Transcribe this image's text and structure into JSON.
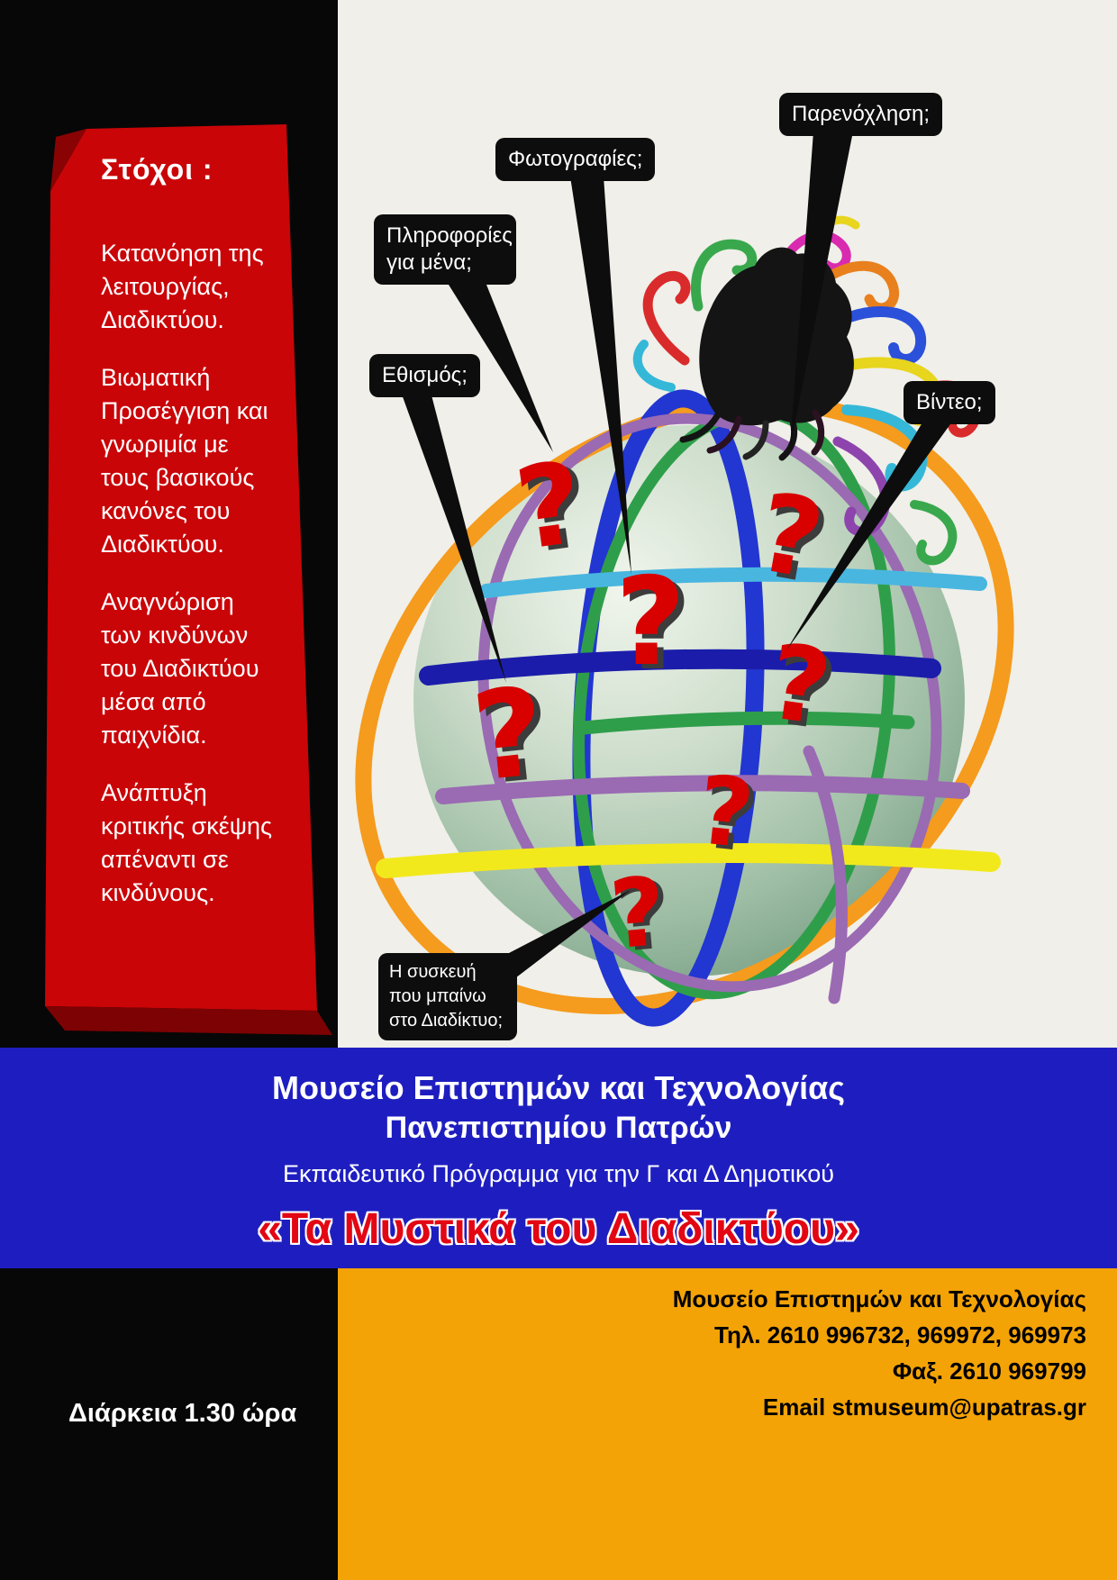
{
  "colors": {
    "left_panel_black": "#070707",
    "goals_ribbon_red": "#c90508",
    "canvas_cream": "#f0efe9",
    "callout_black": "#0d0d0d",
    "band_blue": "#1e1ec0",
    "poster_title_red": "#e30613",
    "footer_orange": "#f3a306",
    "question_mark_red": "#d90000",
    "sphere_green": "#8fb297"
  },
  "goals": {
    "title": "Στόχοι :",
    "items": [
      "Κατανόηση της λειτουργίας, Διαδικτύου.",
      "Βιωματική Προσέγγιση και γνωριμία με τους βασικούς κανόνες του Διαδικτύου.",
      "Αναγνώριση των κινδύνων του Διαδικτύου μέσα από παιχνίδια.",
      "Ανάπτυξη κριτικής σκέψης απέναντι σε κινδύνους."
    ]
  },
  "callouts": {
    "harassment": "Παρενόχληση;",
    "photos": "Φωτογραφίες;",
    "info": "Πληροφορίες για μένα;",
    "addiction": "Εθισμός;",
    "video": "Βίντεο;",
    "device": "Η συσκευή που μπαίνω στο Διαδίκτυο;"
  },
  "globe": {
    "question_mark": "?"
  },
  "banner": {
    "museum_line1": "Μουσείο  Επιστημών και Τεχνολογίας",
    "museum_line2": "Πανεπιστημίου Πατρών",
    "program": "Εκπαιδευτικό Πρόγραμμα για την Γ και Δ Δημοτικού",
    "poster_title": "«Τα Μυστικά του Διαδικτύου»"
  },
  "footer": {
    "duration": "Διάρκεια  1.30 ώρα",
    "contact_lines": [
      "Μουσείο Επιστημών και Τεχνολογίας",
      "Τηλ. 2610 996732, 969972, 969973",
      "Φαξ. 2610 969799",
      "Email stmuseum@upatras.gr"
    ]
  }
}
